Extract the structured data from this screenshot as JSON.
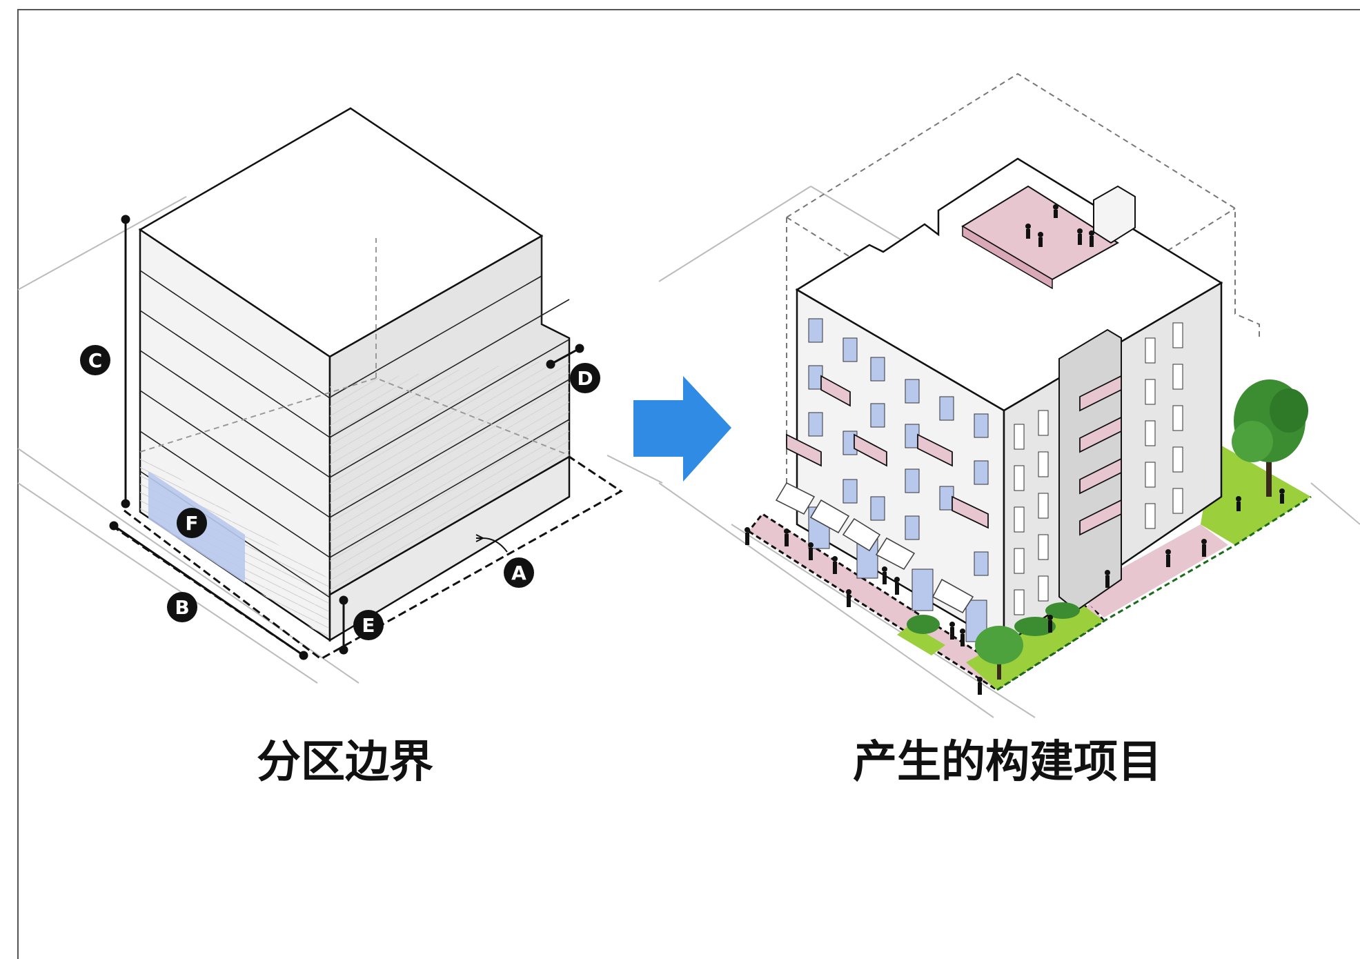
{
  "left_panel": {
    "title": "分区边界",
    "markers": [
      "A",
      "B",
      "C",
      "D",
      "E",
      "F"
    ]
  },
  "right_panel": {
    "title": "产生的构建项目"
  },
  "colors": {
    "arrow": "#2f8be4",
    "frontage_blue": "#b8c8ec",
    "plaza_pink": "#e7c6cf",
    "lawn_green": "#9ccf3c",
    "tree_green": "#3c8c32",
    "massing_gray": "#e6e6e6"
  },
  "icons": [
    "right-arrow-icon",
    "tree-icon",
    "pedestrian-icon"
  ]
}
